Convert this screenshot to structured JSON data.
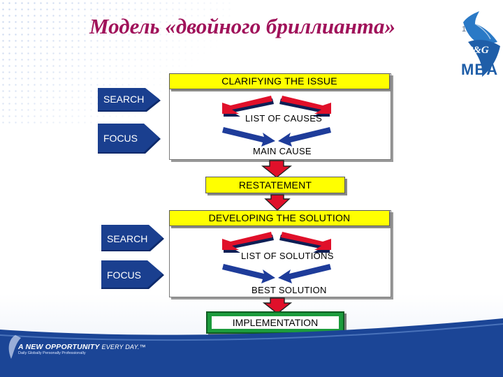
{
  "title": "Модель «двойного бриллианта»",
  "page_number": "1",
  "logo": {
    "brand": "P&G",
    "program": "MBA"
  },
  "top_section": {
    "header": "CLARIFYING THE ISSUE",
    "search_label": "SEARCH",
    "focus_label": "FOCUS",
    "list_label": "LIST OF CAUSES",
    "result_label": "MAIN CAUSE"
  },
  "restatement": "RESTATEMENT",
  "bottom_section": {
    "header": "DEVELOPING THE SOLUTION",
    "search_label": "SEARCH",
    "focus_label": "FOCUS",
    "list_label": "LIST OF SOLUTIONS",
    "result_label": "BEST SOLUTION"
  },
  "implementation": "IMPLEMENTATION",
  "footer": {
    "tagline": "A NEW OPPORTUNITY",
    "tagline_suffix": "EVERY DAY.™",
    "subline": "Daily Globally Personally Professionally"
  },
  "colors": {
    "title": "#a0125a",
    "yellow_box": "#ffff00",
    "tab": "#1a3f8f",
    "arrow_red": "#e0102a",
    "arrow_blue": "#1e3c9a",
    "green_box": "#1c9b3c",
    "footer": "#1b4596"
  }
}
